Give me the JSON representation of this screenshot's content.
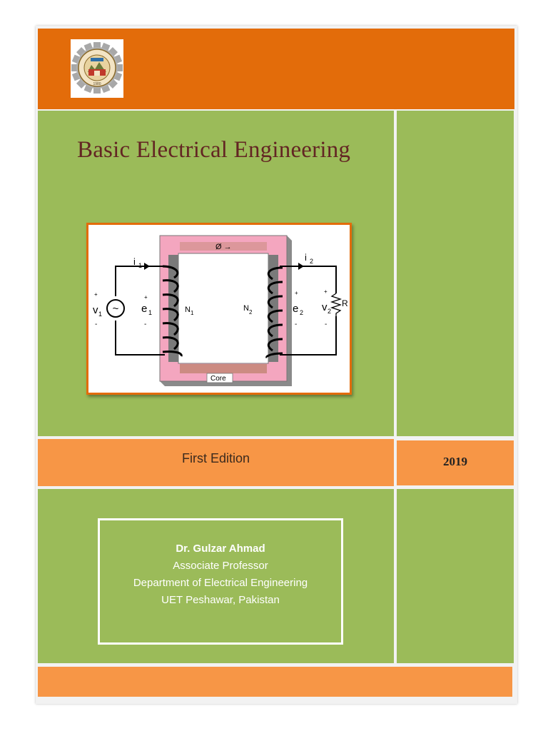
{
  "book": {
    "title": "Basic Electrical Engineering",
    "edition": "First Edition",
    "year": "2019",
    "author": {
      "name": "Dr. Gulzar Ahmad",
      "position": "Associate Professor",
      "department": "Department of Electrical Engineering",
      "institution": "UET Peshawar, Pakistan"
    }
  },
  "logo": {
    "icon": "university-seal-icon",
    "year": "1980"
  },
  "figure": {
    "flux": "Ø →",
    "core": "Core",
    "i1": "i",
    "i1_sub": "1",
    "i2": "i",
    "i2_sub": "2",
    "v1": "v",
    "v1_sub": "1",
    "v2": "v",
    "v2_sub": "2",
    "e1": "e",
    "e1_sub": "1",
    "e2": "e",
    "e2_sub": "2",
    "n1": "N",
    "n1_sub": "1",
    "n2": "N",
    "n2_sub": "2",
    "r": "R",
    "plus": "+",
    "minus": "-",
    "source_symbol": "~"
  },
  "colors": {
    "band_orange": "#e36c0a",
    "light_orange": "#f79646",
    "green": "#9bbb59",
    "title_color": "#632523"
  }
}
